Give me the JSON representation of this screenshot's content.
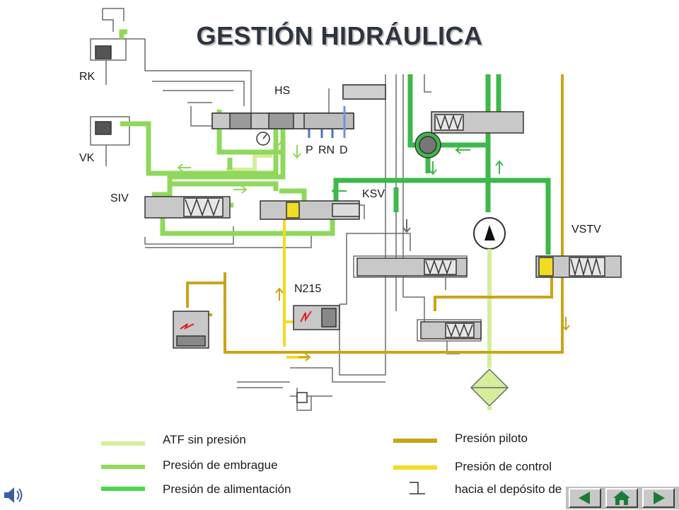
{
  "title": "GESTIÓN HIDRÁULICA",
  "labels": {
    "rk": "RK",
    "vk": "VK",
    "hs": "HS",
    "siv": "SIV",
    "ksv": "KSV",
    "vstv": "VSTV",
    "n215": "N215",
    "p": "P",
    "rn": "RN",
    "d": "D"
  },
  "legend": [
    {
      "label": "ATF sin presión",
      "color": "#d4ee9c"
    },
    {
      "label": "Presión de embrague",
      "color": "#8fd85c"
    },
    {
      "label": "Presión de alimentación",
      "color": "#4cd64c"
    },
    {
      "label": "Presión piloto",
      "color": "#c9a418"
    },
    {
      "label": "Presión de control",
      "color": "#f0dc24"
    },
    {
      "label": "hacia el depósito de",
      "color": ""
    }
  ],
  "icons": [
    "speaker-icon",
    "prev-arrow-icon",
    "home-icon",
    "next-arrow-icon"
  ],
  "colors": {
    "atf": "#d4ee9c",
    "clutch": "#8fd85c",
    "supply": "#3db84a",
    "pilot": "#c9a418",
    "control": "#f0dc24"
  }
}
